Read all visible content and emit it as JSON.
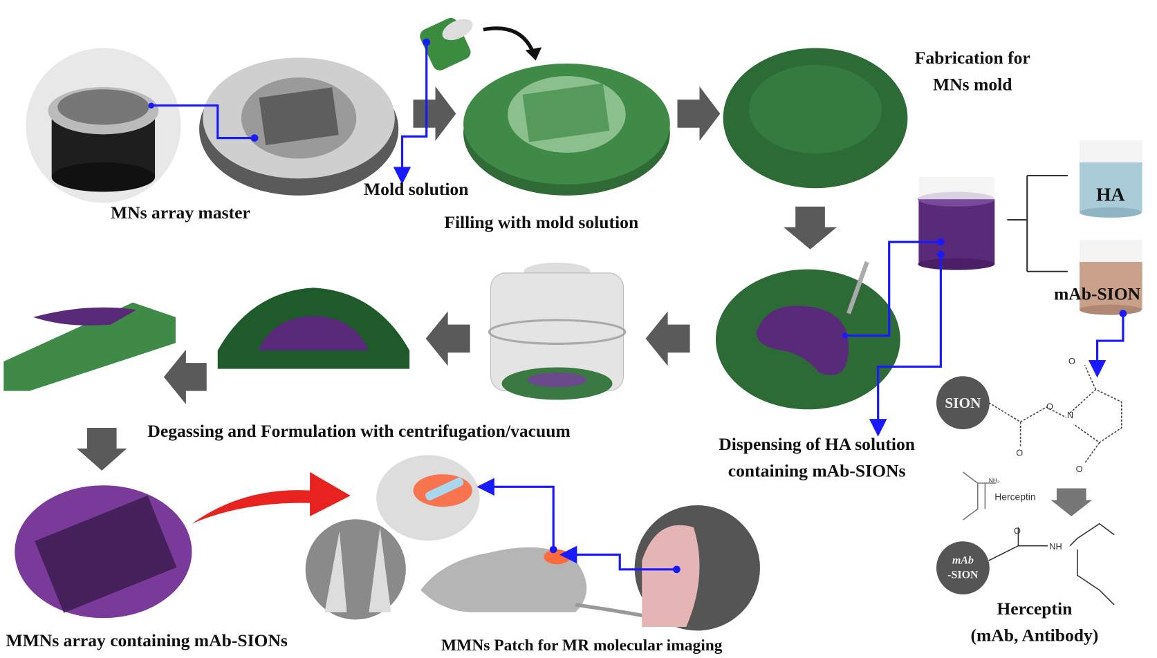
{
  "colors": {
    "mold_green": "#2e6b36",
    "light_green": "#4f8f55",
    "purple": "#5a2a7a",
    "arrow_gray": "#5a5a5a",
    "connector_blue": "#1a1aff",
    "red_arrow": "#e8231f",
    "ha_blue": "#a9ccd8",
    "sion_brown": "#c9a08a"
  },
  "labels": {
    "mns_array_master": "MNs array master",
    "mold_solution": "Mold solution",
    "filling": "Filling with mold solution",
    "fabrication_line1": "Fabrication for",
    "fabrication_line2": "MNs mold",
    "ha": "HA",
    "mab_sion": "mAb-SION",
    "dispensing_line1": "Dispensing of HA solution",
    "dispensing_line2": "containing mAb-SIONs",
    "degassing": "Degassing and Formulation with centrifugation/vacuum",
    "mmns_array": "MMNs array containing mAb-SIONs",
    "mmns_patch": "MMNs Patch for MR molecular imaging",
    "herceptin_line1": "Herceptin",
    "herceptin_line2": "(mAb, Antibody)"
  },
  "chemistry": {
    "sion": "SION",
    "mab_sion_line1": "mAb",
    "mab_sion_line2": "-SION",
    "herceptin_small": "Herceptin",
    "o": "O",
    "n": "N",
    "nh": "NH",
    "nh2": "NH₂"
  }
}
